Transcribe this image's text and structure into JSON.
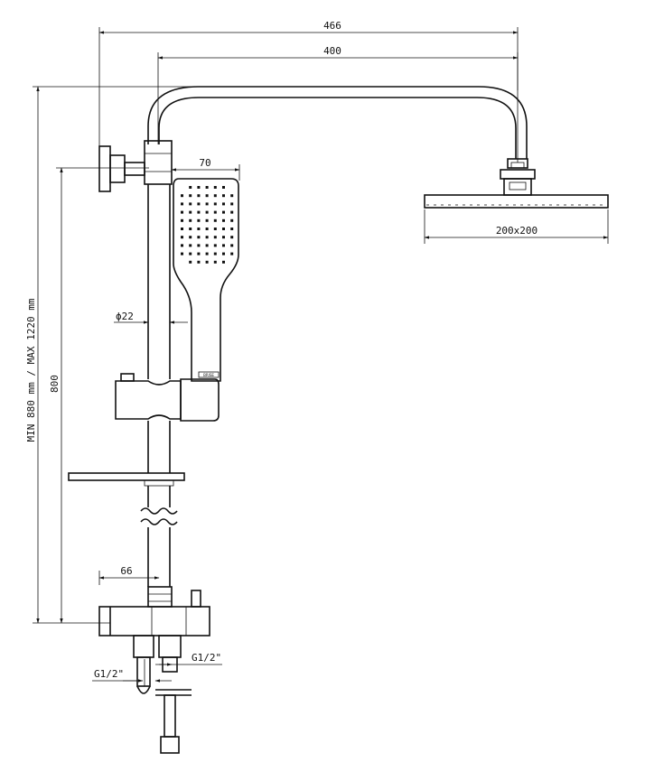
{
  "dimensions": {
    "overall_width": "466",
    "arm_length": "400",
    "handset_width": "70",
    "head_size": "200x200",
    "pipe_diameter": "ϕ22",
    "bar_height": "800",
    "height_range": "MIN 880 mm / MAX 1220 mm",
    "mixer_offset": "66",
    "thread_left": "G1/2\"",
    "thread_right": "G1/2\""
  },
  "logo_text": "BRISE"
}
